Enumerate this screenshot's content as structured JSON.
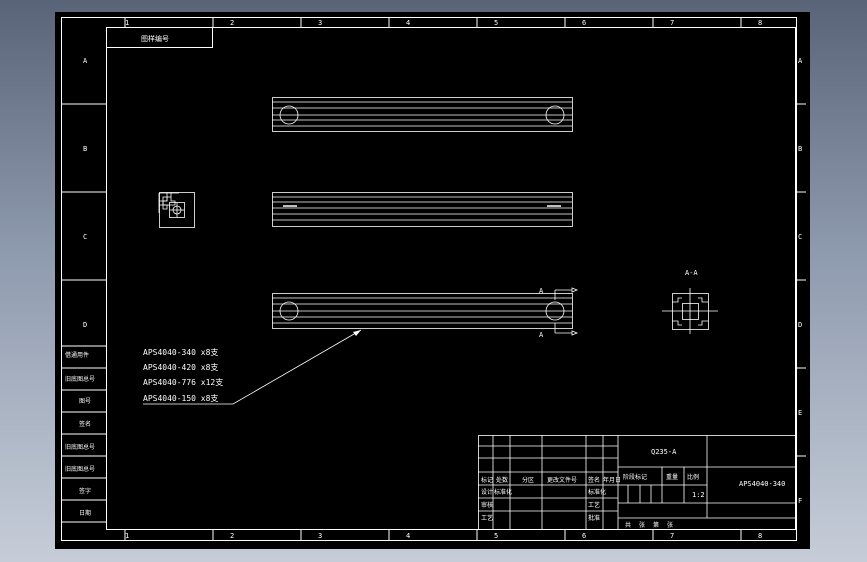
{
  "border": {
    "columns_top": [
      "1",
      "2",
      "3",
      "4",
      "5",
      "6",
      "7",
      "8"
    ],
    "columns_bottom": [
      "1",
      "2",
      "3",
      "4",
      "5",
      "6",
      "7",
      "8"
    ],
    "rows_left": [
      "A",
      "B",
      "C",
      "D"
    ],
    "rows_right": [
      "A",
      "B",
      "C",
      "D",
      "E",
      "F"
    ]
  },
  "corner_label": "图样编号",
  "section_label": "A-A",
  "section_marks": [
    "A",
    "A"
  ],
  "bom": [
    "APS4040-340  x8支",
    "APS4040-420  x8支",
    "APS4040-776  x12支",
    "APS4040-150  x8支"
  ],
  "left_strip": [
    "借通用件",
    "旧底图总号",
    "图号",
    "签名",
    "旧底图总号",
    "签字",
    "日期"
  ],
  "title_block": {
    "material": "Q235-A",
    "part_name": "APS4040-340",
    "scale": "1:2",
    "header_row": [
      "标记",
      "处数",
      "分区",
      "更改文件号",
      "签名",
      "年月日"
    ],
    "approval_rows": [
      "设计",
      "标准化",
      "审核",
      "工艺",
      "批准"
    ],
    "stage_labels": [
      "阶段标记",
      "重量",
      "比例"
    ],
    "bottom_labels": [
      "共",
      "张",
      "第",
      "张"
    ]
  }
}
